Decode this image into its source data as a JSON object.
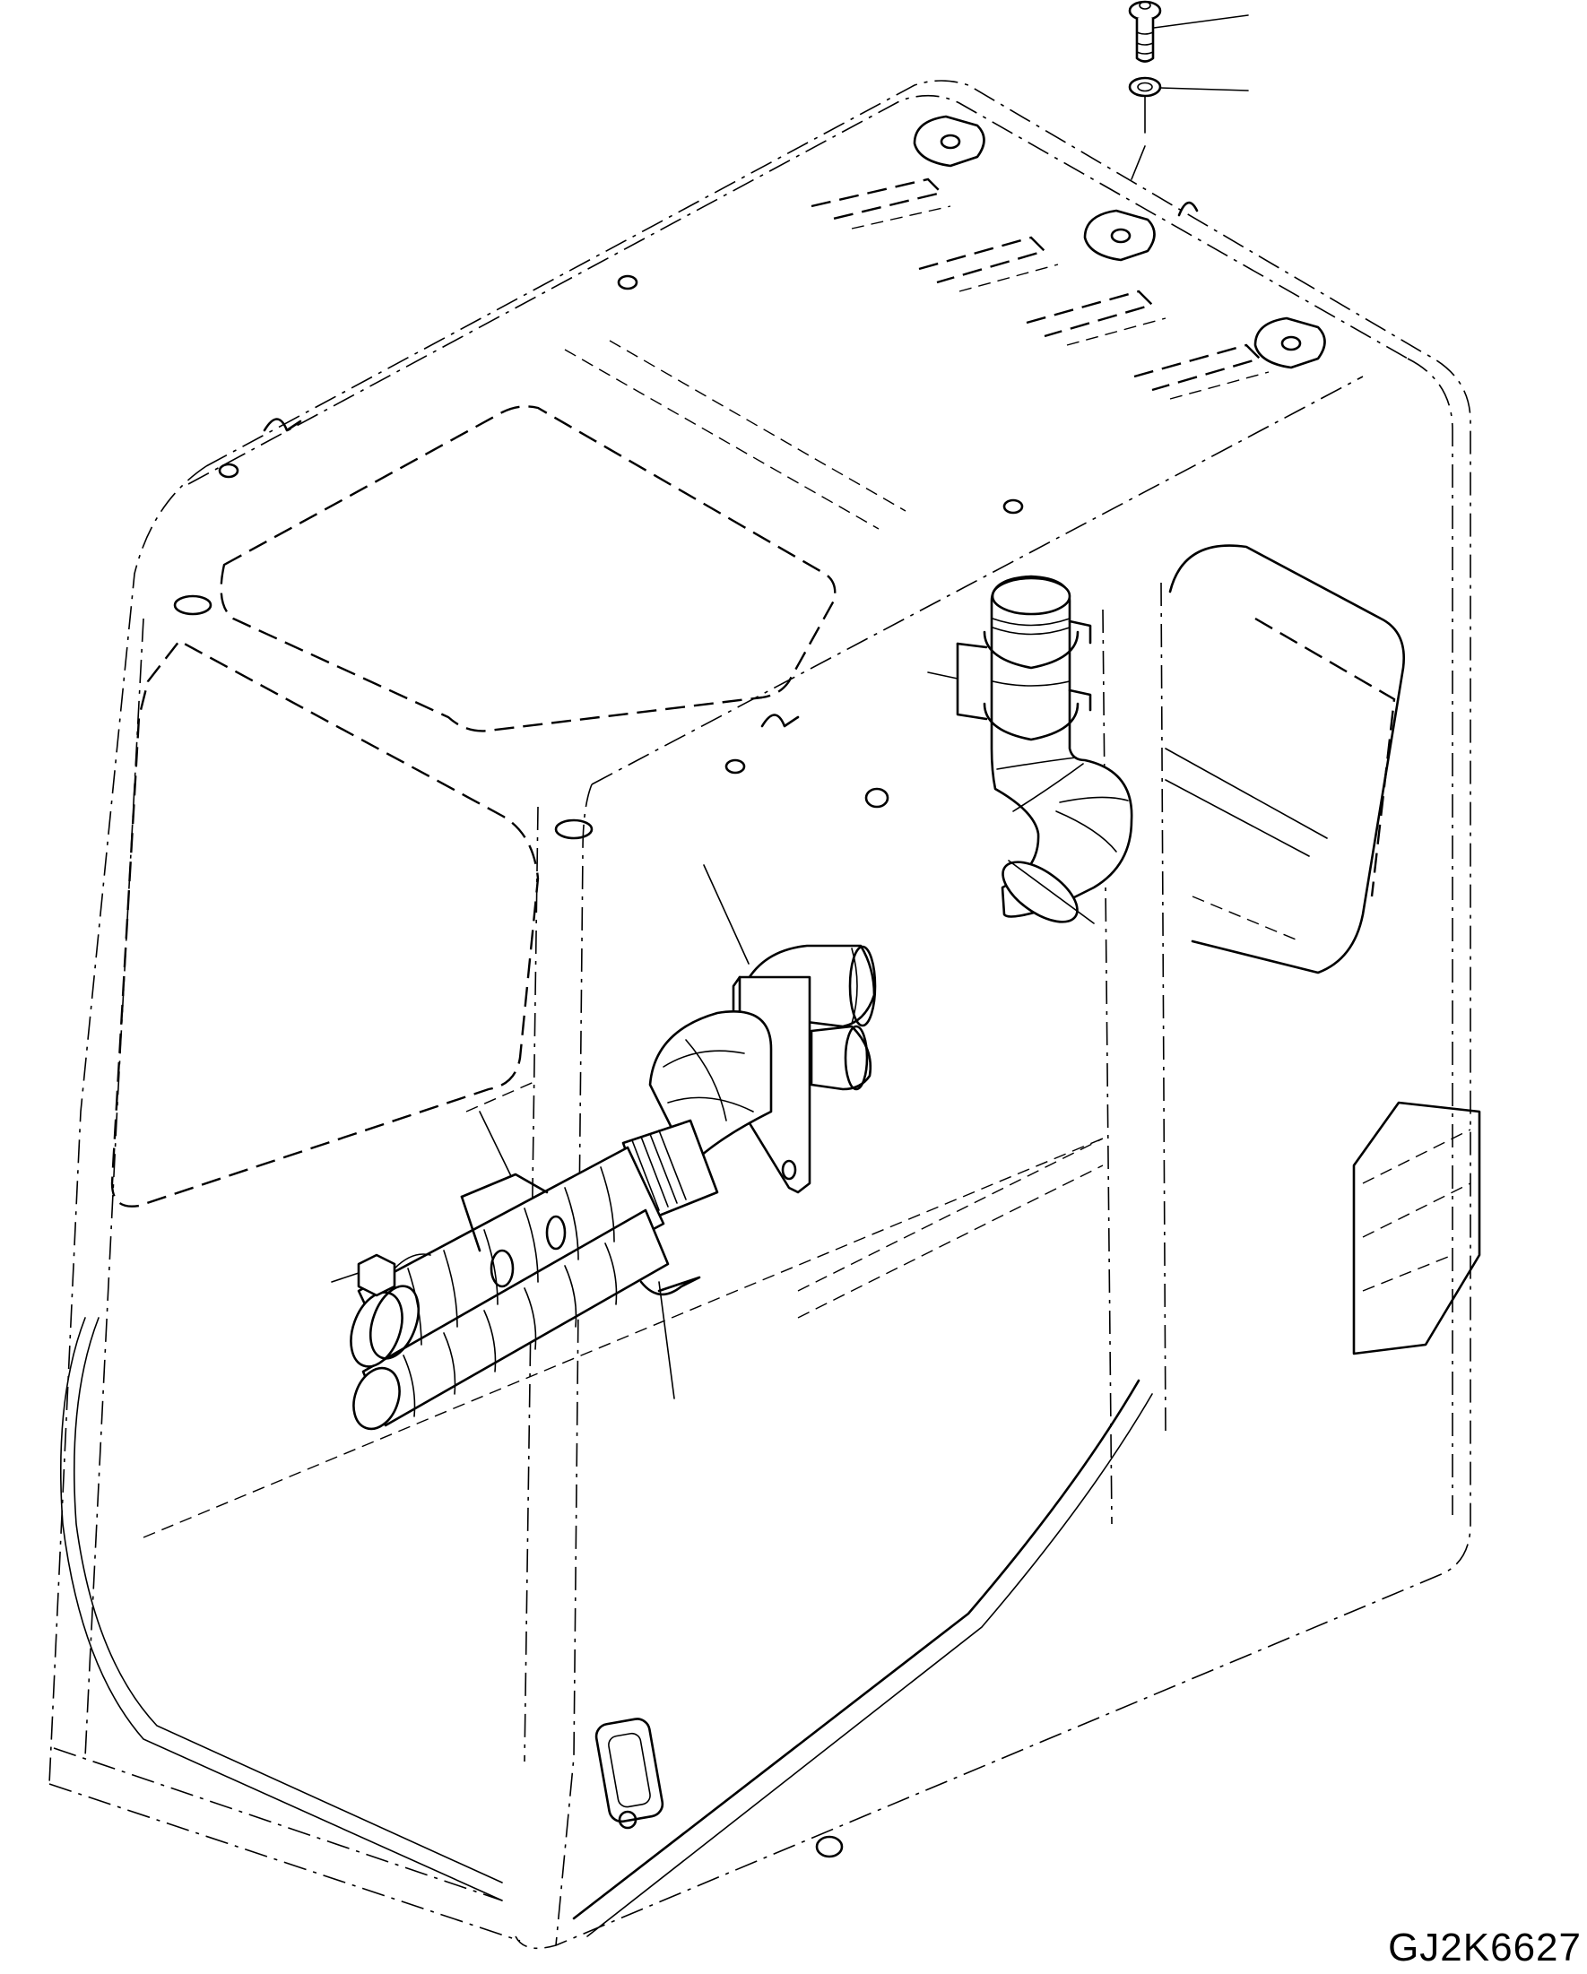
{
  "figure": {
    "code": "GJ2K6627",
    "subject": "operator cab with air-conditioning ducts",
    "background": "#ffffff",
    "line_color": "#000000"
  },
  "parts": [
    {
      "id": "bolt",
      "label": ""
    },
    {
      "id": "washer",
      "label": ""
    },
    {
      "id": "elbow-duct-right",
      "label": ""
    },
    {
      "id": "duct-bracket",
      "label": ""
    },
    {
      "id": "main-duct-assembly",
      "label": ""
    },
    {
      "id": "duct-clamp",
      "label": ""
    }
  ]
}
